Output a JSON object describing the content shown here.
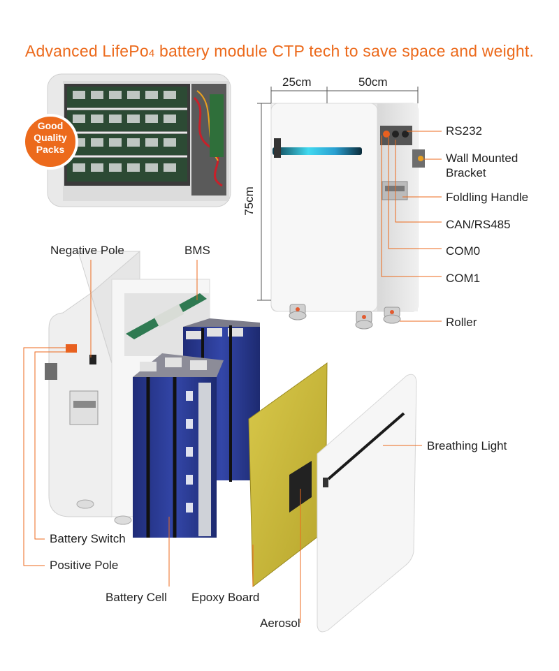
{
  "headline": {
    "text_main": "Advanced LifePo",
    "text_sub": "4",
    "text_rest": " battery module CTP tech to save space and weight."
  },
  "badge": {
    "line1": "Good",
    "line2": "Quality",
    "line3": "Packs"
  },
  "dimensions": {
    "width_side": "25cm",
    "width_front": "50cm",
    "height": "75cm"
  },
  "labels": {
    "rs232": "RS232",
    "wall_bracket_1": "Wall Mounted",
    "wall_bracket_2": "Bracket",
    "folding_handle": "Foldling Handle",
    "can_rs485": "CAN/RS485",
    "com0": "COM0",
    "com1": "COM1",
    "roller": "Roller",
    "negative_pole": "Negative Pole",
    "bms": "BMS",
    "breathing_light": "Breathing Light",
    "battery_switch": "Battery Switch",
    "positive_pole": "Positive Pole",
    "battery_cell": "Battery Cell",
    "epoxy_board": "Epoxy Board",
    "aerosol": "Aerosol"
  },
  "colors": {
    "accent": "#ec6a1c",
    "cell_blue": "#2a3a8c",
    "epoxy": "#c9b83a",
    "light_cyan": "#41d9f0"
  }
}
